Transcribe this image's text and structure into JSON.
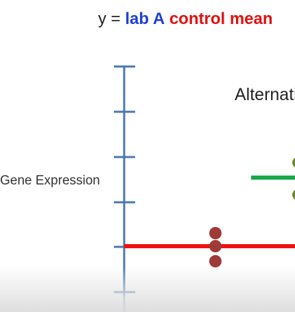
{
  "equation": {
    "prefix": "y = ",
    "lab": "lab A",
    "control": "control mean",
    "lab_color": "#1f3fd6",
    "control_color": "#e01010"
  },
  "alt_label": "Alternative",
  "ylabel": "Gene Expression",
  "colors": {
    "axis": "#4a78b0",
    "red_line": "#ee1111",
    "green_line": "#18a84a",
    "red_dots": "#9e3a37",
    "green_dots": "#6b8a2f"
  }
}
